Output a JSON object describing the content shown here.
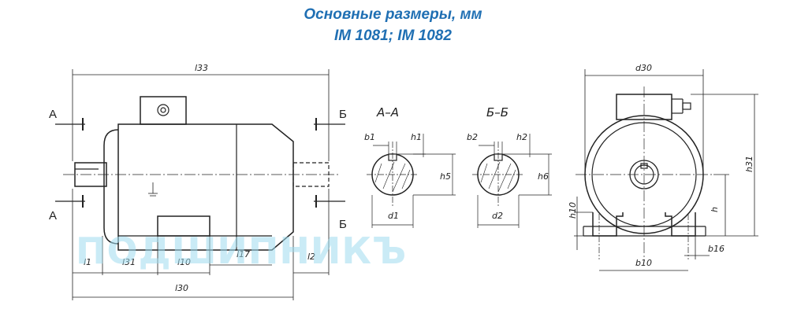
{
  "title": {
    "line1": "Основные размеры, мм",
    "line2": "IM 1081; IM 1082"
  },
  "sections": {
    "a_letter": "А",
    "b_letter": "Б",
    "aa": "А–А",
    "bb": "Б–Б"
  },
  "dimensions": {
    "l33": "l33",
    "l30": "l30",
    "l1": "l1",
    "l31": "l31",
    "l10": "l10",
    "l17": "l17",
    "l2": "l2",
    "b1": "b1",
    "h1": "h1",
    "h5": "h5",
    "d1": "d1",
    "b2": "b2",
    "h2": "h2",
    "h6": "h6",
    "d2": "d2",
    "d30": "d30",
    "h31": "h31",
    "h10": "h10",
    "h": "h",
    "b10": "b10",
    "b16": "b16"
  },
  "watermark": "ПОДШИПНИКЪ",
  "colors": {
    "title": "#1f6fb3",
    "watermark": "#9fdcef",
    "lines": "#222222"
  }
}
